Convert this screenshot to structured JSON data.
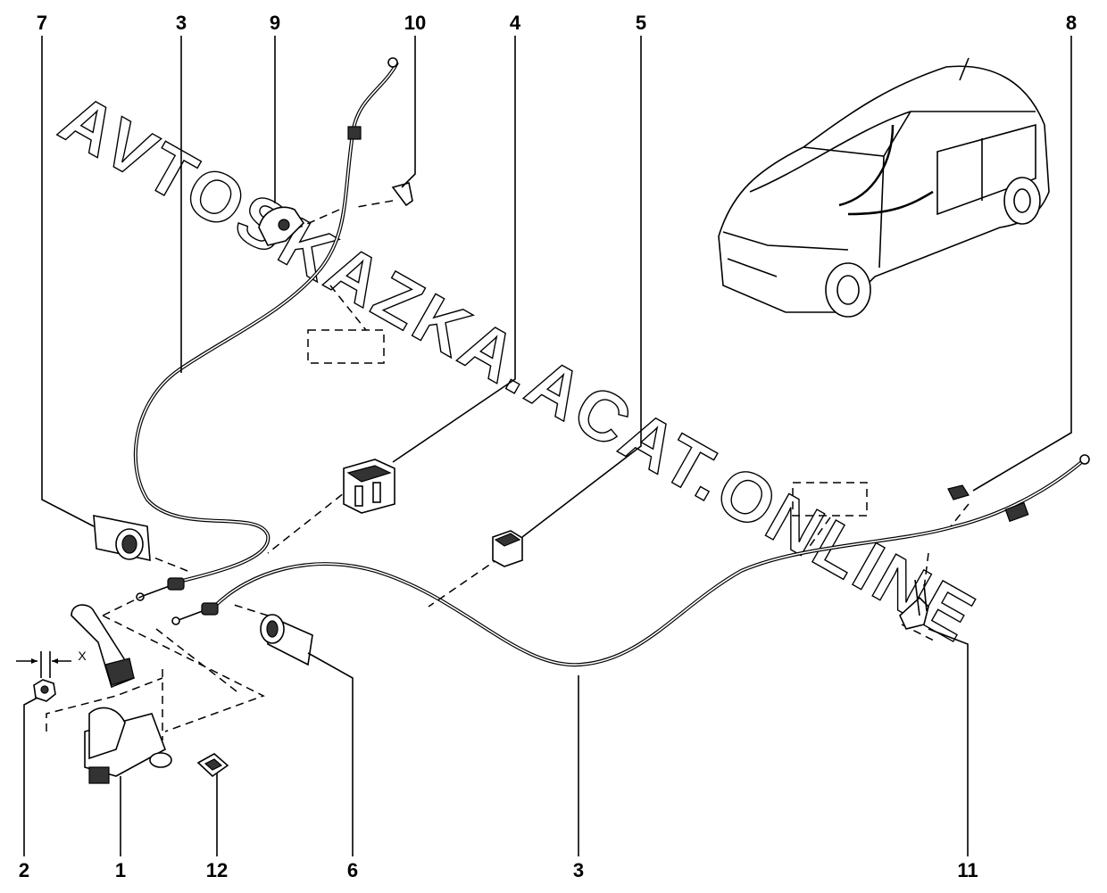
{
  "diagram": {
    "watermark": "AVTOSKAZKA.ACAT.ONLINE",
    "dimension_label": "X",
    "callouts_top": [
      "7",
      "3",
      "9",
      "10",
      "4",
      "5",
      "8"
    ],
    "callouts_bottom": [
      "2",
      "1",
      "12",
      "6",
      "3",
      "11"
    ]
  }
}
